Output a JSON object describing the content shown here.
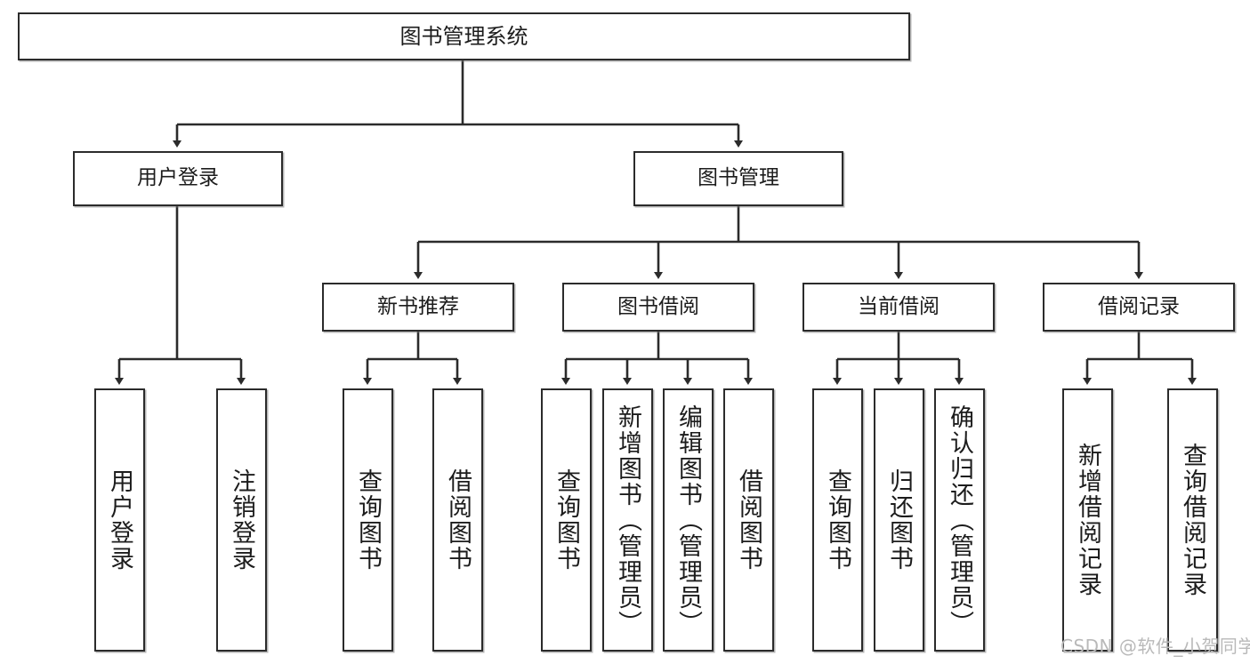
{
  "diagram": {
    "title": "图书管理系统",
    "type": "hierarchy-tree",
    "root": {
      "id": "root",
      "label": "图书管理系统"
    },
    "level2": [
      {
        "id": "user-login",
        "label": "用户登录"
      },
      {
        "id": "book-manage",
        "label": "图书管理"
      }
    ],
    "level3": [
      {
        "id": "new-book-rec",
        "label": "新书推荐"
      },
      {
        "id": "book-borrow",
        "label": "图书借阅"
      },
      {
        "id": "current-borrow",
        "label": "当前借阅"
      },
      {
        "id": "borrow-record",
        "label": "借阅记录"
      }
    ],
    "leaves": [
      {
        "id": "leaf-user-login",
        "label": "用户登录",
        "parent": "user-login"
      },
      {
        "id": "leaf-logout",
        "label": "注销登录",
        "parent": "user-login"
      },
      {
        "id": "leaf-query-book-1",
        "label": "查询图书",
        "parent": "new-book-rec"
      },
      {
        "id": "leaf-borrow-book-1",
        "label": "借阅图书",
        "parent": "new-book-rec"
      },
      {
        "id": "leaf-query-book-2",
        "label": "查询图书",
        "parent": "book-borrow"
      },
      {
        "id": "leaf-add-book",
        "label": "新增图书（管理员）",
        "parent": "book-borrow"
      },
      {
        "id": "leaf-edit-book",
        "label": "编辑图书（管理员）",
        "parent": "book-borrow"
      },
      {
        "id": "leaf-borrow-book-2",
        "label": "借阅图书",
        "parent": "book-borrow"
      },
      {
        "id": "leaf-query-book-3",
        "label": "查询图书",
        "parent": "current-borrow"
      },
      {
        "id": "leaf-return-book",
        "label": "归还图书",
        "parent": "current-borrow"
      },
      {
        "id": "leaf-confirm-return",
        "label": "确认归还（管理员）",
        "parent": "current-borrow"
      },
      {
        "id": "leaf-add-record",
        "label": "新增借阅记录",
        "parent": "borrow-record"
      },
      {
        "id": "leaf-query-record",
        "label": "查询借阅记录",
        "parent": "borrow-record"
      }
    ],
    "colors": {
      "border": "#2b2b2b",
      "background": "#ffffff",
      "text": "#1c1c1c",
      "connector": "#2b2b2b",
      "watermark": "#b9b9b9"
    }
  },
  "watermark": {
    "text": "CSDN @软件_小贺同学"
  }
}
